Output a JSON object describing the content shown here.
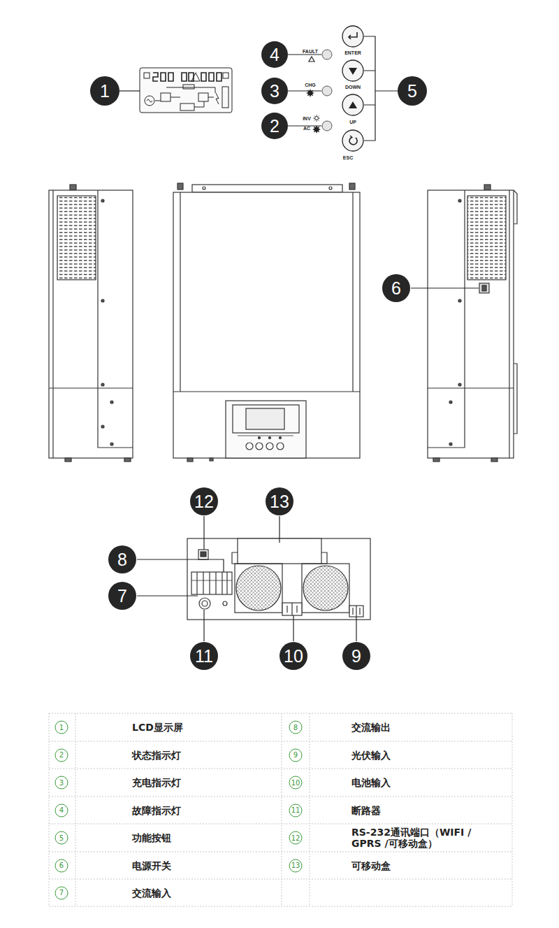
{
  "diagram": {
    "nodes": [
      {
        "text": [
          "4"
        ]
      },
      {
        "text": [
          "1"
        ]
      },
      {
        "text": [
          "3"
        ]
      },
      {
        "text": [
          "5"
        ]
      },
      {
        "text": [
          "2"
        ]
      },
      {
        "text": [
          "6"
        ]
      },
      {
        "text": [
          "12"
        ]
      },
      {
        "text": [
          "13"
        ]
      },
      {
        "text": [
          "8"
        ]
      },
      {
        "text": [
          "7"
        ]
      },
      {
        "text": [
          "11"
        ]
      },
      {
        "text": [
          "10"
        ]
      },
      {
        "text": [
          "9"
        ]
      }
    ],
    "labels": [
      "FAULT",
      "ENTER",
      "CHG",
      "DOWN",
      "INV",
      "UP",
      "AC",
      "ESC",
      "1",
      "LCD显示屏",
      "8",
      "交流输出",
      "2",
      "状态指示灯",
      "9",
      "光伏输入",
      "3",
      "充电指示灯",
      "10",
      "电池输入",
      "4",
      "故障指示灯",
      "11",
      "断路器",
      "5",
      "功能按钮",
      "12",
      "RS-232通讯端口（WIFI / GPRS /可移动盒）",
      "6",
      "电源开关",
      "13",
      "可移动盒",
      "7",
      "交流输入"
    ]
  }
}
